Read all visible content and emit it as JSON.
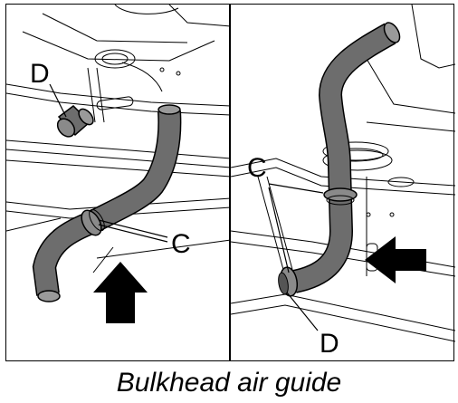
{
  "caption": "Bulkhead air guide",
  "left_panel": {
    "callouts": {
      "d": "D",
      "c": "C"
    }
  },
  "right_panel": {
    "callouts": {
      "c": "C",
      "d": "D"
    }
  },
  "colors": {
    "hose_fill": "#6d6d6d",
    "hose_outline": "#000000",
    "line_art": "#000000",
    "background": "#ffffff"
  }
}
